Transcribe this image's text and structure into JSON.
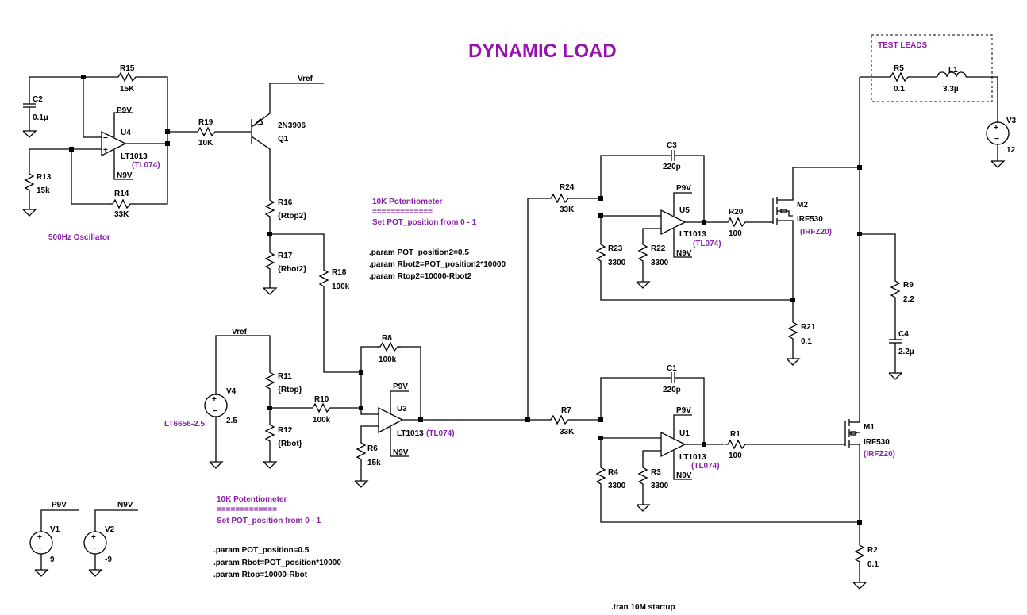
{
  "title": "DYNAMIC LOAD",
  "colors": {
    "accent": "#9a0fb0",
    "comment": "#8a1fa8",
    "wire": "#000000"
  },
  "oscillator": {
    "label": "500Hz Oscillator",
    "C2": {
      "name": "C2",
      "value": "0.1µ"
    },
    "R15": {
      "name": "R15",
      "value": "15K"
    },
    "R14": {
      "name": "R14",
      "value": "33K"
    },
    "R13": {
      "name": "R13",
      "value": "15k"
    },
    "U4": {
      "name": "U4",
      "model": "LT1013",
      "alt": "(TL074)",
      "pos": "P9V",
      "neg": "N9V"
    },
    "R19": {
      "name": "R19",
      "value": "10K"
    },
    "Q1": {
      "name": "Q1",
      "model": "2N3906",
      "net": "Vref"
    },
    "R16": {
      "name": "R16",
      "value": "{Rtop2}"
    },
    "R17": {
      "name": "R17",
      "value": "{Rbot2}"
    },
    "R18": {
      "name": "R18",
      "value": "100k"
    }
  },
  "pot2_note": {
    "title": "10K Potentiometer",
    "rule": "=============",
    "instruction": "Set POT_position from 0 - 1",
    "params": [
      ".param POT_position2=0.5",
      ".param Rbot2=POT_position2*10000",
      ".param Rtop2=10000-Rbot2"
    ]
  },
  "reference": {
    "net": "Vref",
    "V4": {
      "name": "V4",
      "value": "2.5",
      "model": "LT6656-2.5"
    },
    "R11": {
      "name": "R11",
      "value": "{Rtop}"
    },
    "R12": {
      "name": "R12",
      "value": "{Rbot}"
    },
    "R10": {
      "name": "R10",
      "value": "100k"
    },
    "R8": {
      "name": "R8",
      "value": "100k"
    },
    "R6": {
      "name": "R6",
      "value": "15k"
    },
    "U3": {
      "name": "U3",
      "model": "LT1013",
      "alt": "(TL074)",
      "pos": "P9V",
      "neg": "N9V"
    }
  },
  "pot1_note": {
    "title": "10K Potentiometer",
    "rule": "=============",
    "instruction": "Set POT_position from 0 - 1",
    "params": [
      ".param POT_position=0.5",
      ".param Rbot=POT_position*10000",
      ".param Rtop=10000-Rbot"
    ]
  },
  "supplies": {
    "V1": {
      "name": "V1",
      "value": "9",
      "net": "P9V"
    },
    "V2": {
      "name": "V2",
      "value": "-9",
      "net": "N9V"
    }
  },
  "stage_top": {
    "C3": {
      "name": "C3",
      "value": "220p"
    },
    "R24": {
      "name": "R24",
      "value": "33K"
    },
    "R23": {
      "name": "R23",
      "value": "3300"
    },
    "R22": {
      "name": "R22",
      "value": "3300"
    },
    "U5": {
      "name": "U5",
      "model": "LT1013",
      "alt": "(TL074)",
      "pos": "P9V",
      "neg": "N9V"
    },
    "R20": {
      "name": "R20",
      "value": "100"
    },
    "M2": {
      "name": "M2",
      "model": "IRF530",
      "alt": "(IRFZ20)"
    },
    "R21": {
      "name": "R21",
      "value": "0.1"
    }
  },
  "stage_bottom": {
    "C1": {
      "name": "C1",
      "value": "220p"
    },
    "R7": {
      "name": "R7",
      "value": "33K"
    },
    "R4": {
      "name": "R4",
      "value": "3300"
    },
    "R3": {
      "name": "R3",
      "value": "3300"
    },
    "U1": {
      "name": "U1",
      "model": "LT1013",
      "alt": "(TL074)",
      "pos": "P9V",
      "neg": "N9V"
    },
    "R1": {
      "name": "R1",
      "value": "100"
    },
    "M1": {
      "name": "M1",
      "model": "IRF530",
      "alt": "(IRFZ20)"
    },
    "R2": {
      "name": "R2",
      "value": "0.1"
    }
  },
  "load": {
    "test_leads_label": "TEST LEADS",
    "R5": {
      "name": "R5",
      "value": "0.1"
    },
    "L1": {
      "name": "L1",
      "value": "3.3µ"
    },
    "V3": {
      "name": "V3",
      "value": "12"
    },
    "R9": {
      "name": "R9",
      "value": "2.2"
    },
    "C4": {
      "name": "C4",
      "value": "2.2µ"
    }
  },
  "sim_directive": ".tran 10M startup"
}
